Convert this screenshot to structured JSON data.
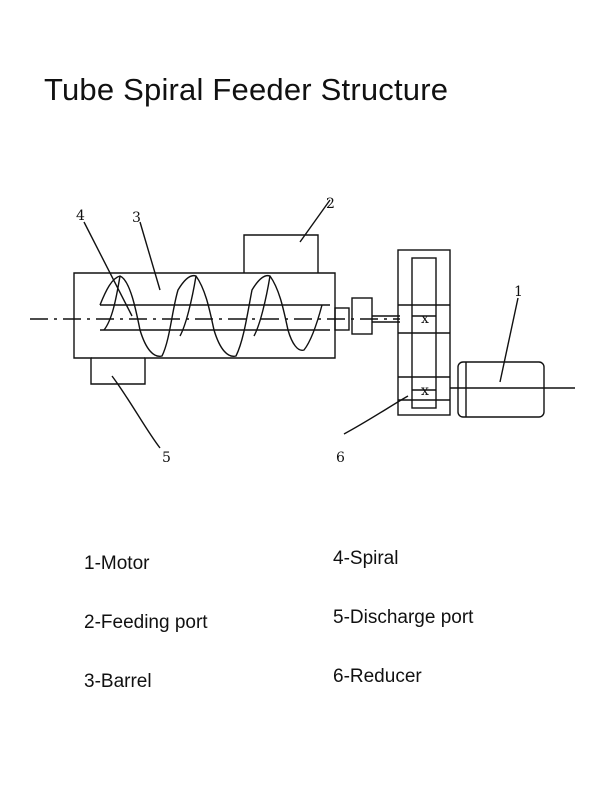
{
  "title": "Tube Spiral Feeder Structure",
  "callouts": [
    "1",
    "2",
    "3",
    "4",
    "5",
    "6"
  ],
  "gear_marks": [
    "x",
    "x"
  ],
  "legend": [
    "1-Motor",
    "2-Feeding port",
    "3-Barrel",
    "4-Spiral",
    "5-Discharge port",
    "6-Reducer"
  ]
}
